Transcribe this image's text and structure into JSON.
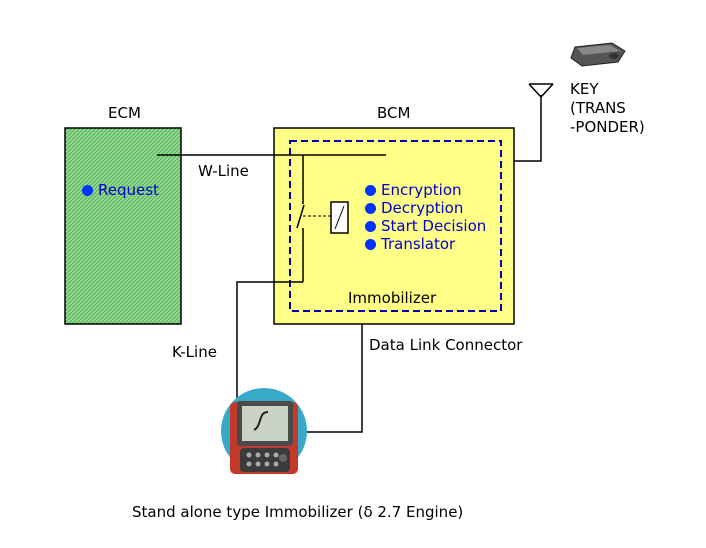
{
  "ecm": {
    "title": "ECM",
    "item": "Request"
  },
  "bcm": {
    "title": "BCM",
    "items": [
      "Encryption",
      "Decryption",
      "Start Decision",
      "Translator"
    ],
    "inner_label": "Immobilizer"
  },
  "lines": {
    "w_line": "W-Line",
    "k_line": "K-Line",
    "dlc": "Data Link Connector"
  },
  "key": {
    "line1": "KEY",
    "line2": "(TRANS",
    "line3": "-PONDER)"
  },
  "caption": "Stand alone type Immobilizer (δ 2.7 Engine)",
  "colors": {
    "ecm_fill": "#8fd88f",
    "bcm_fill": "#ffff88",
    "bullet": "#0033ff",
    "text_blue": "#0000cc",
    "dashed": "#0000aa"
  }
}
